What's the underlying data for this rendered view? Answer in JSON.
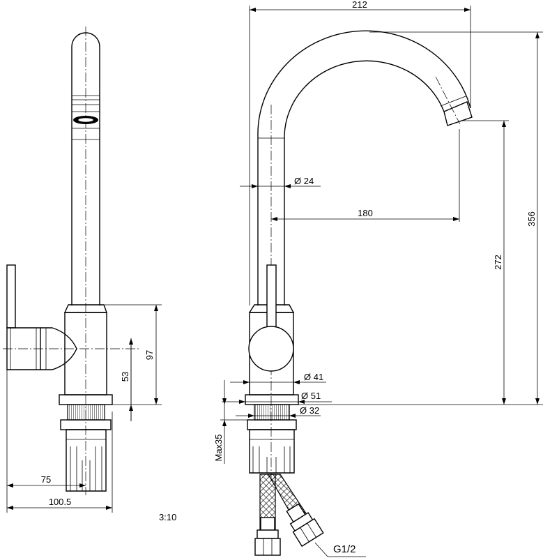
{
  "dimensions": {
    "width_212": "212",
    "height_356": "356",
    "height_272": "272",
    "reach_180": "180",
    "dia_24": "Ø 24",
    "dia_41": "Ø 41",
    "dia_51": "Ø 51",
    "dia_32": "Ø 32",
    "max_35": "Max35",
    "height_97": "97",
    "height_53": "53",
    "offset_75": "75",
    "offset_100_5": "100.5"
  },
  "labels": {
    "scale": "3:10",
    "thread": "G1/2"
  }
}
